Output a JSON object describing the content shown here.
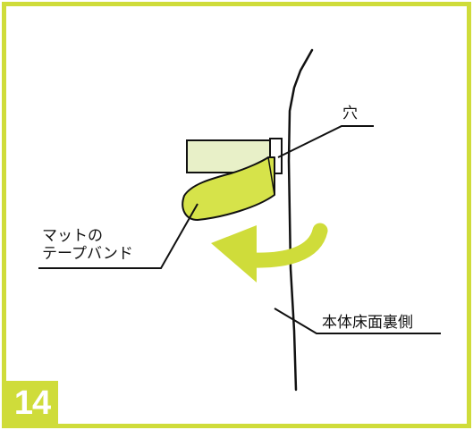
{
  "step": {
    "number": "14"
  },
  "labels": {
    "hole": "穴",
    "tape_band_line1": "マットの",
    "tape_band_line2": "テープバンド",
    "floor_underside": "本体床面裏側"
  },
  "colors": {
    "accent": "#cfdc3a",
    "mat_fill": "#e8f0c8",
    "band_fill": "#d6e34a",
    "line": "#111111"
  },
  "icons": {
    "direction": "curved-arrow-left-icon"
  }
}
